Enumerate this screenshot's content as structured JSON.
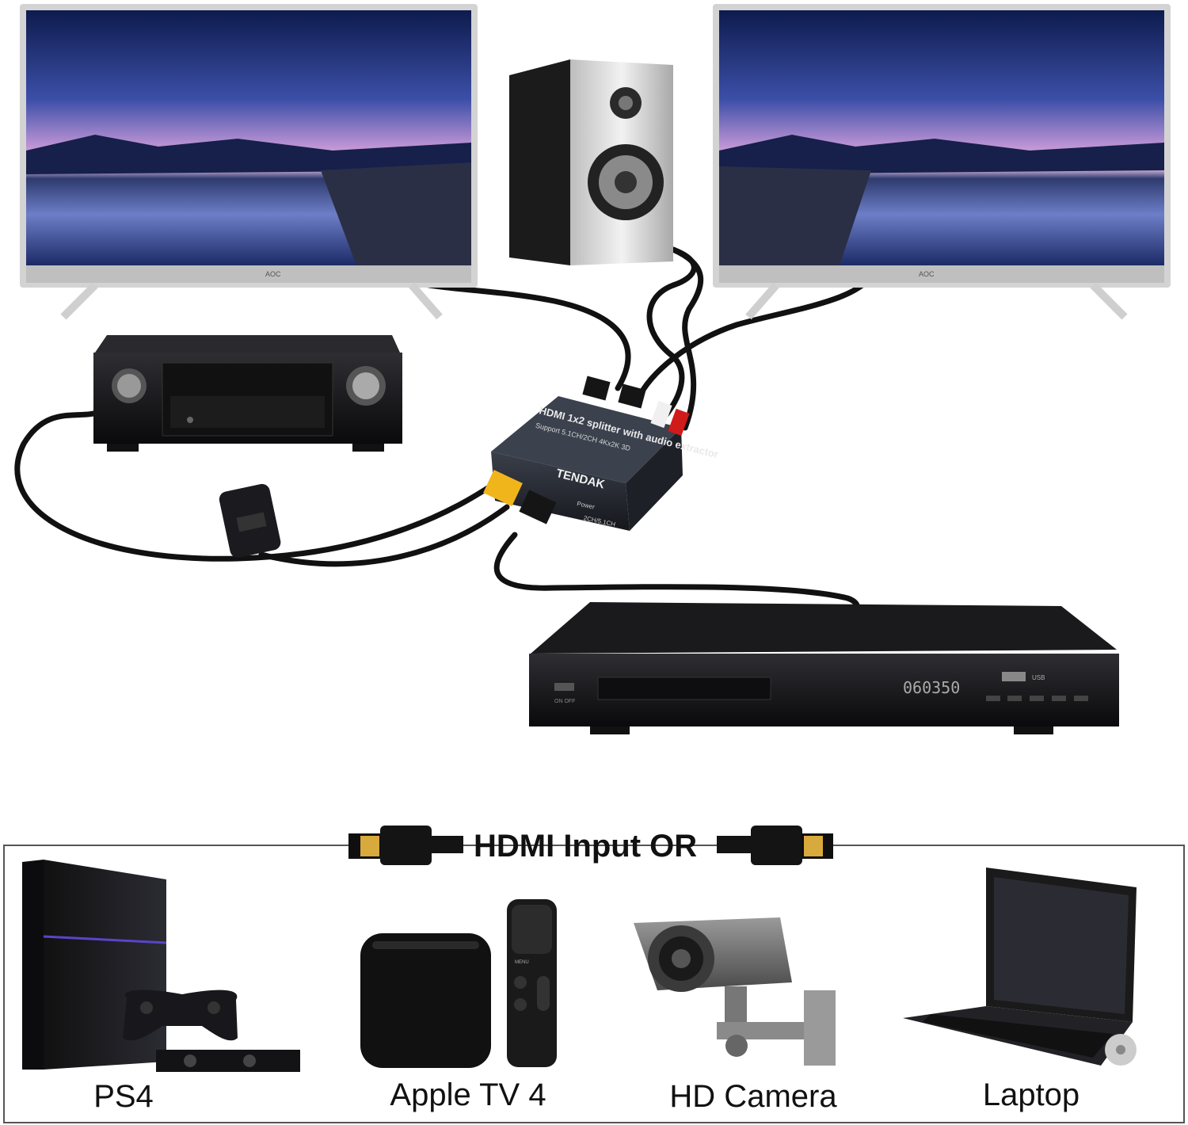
{
  "splitter": {
    "title_line": "HDMI 1x2 splitter with audio extractor",
    "support_line": "Support 5.1CH/2CH 4Kx2K 3D",
    "brand": "TENDAK",
    "power_label": "Power",
    "switch_label": "2CH/5.1CH"
  },
  "tv_brand": "AOC",
  "dvd": {
    "display": "060350",
    "usb_label": "USB",
    "power_label": "ON  OFF"
  },
  "inputs": {
    "header": "HDMI Input OR",
    "devices": [
      {
        "label": "PS4"
      },
      {
        "label": "Apple TV 4"
      },
      {
        "label": "HD Camera"
      },
      {
        "label": "Laptop"
      }
    ],
    "remote_menu": "MENU"
  }
}
